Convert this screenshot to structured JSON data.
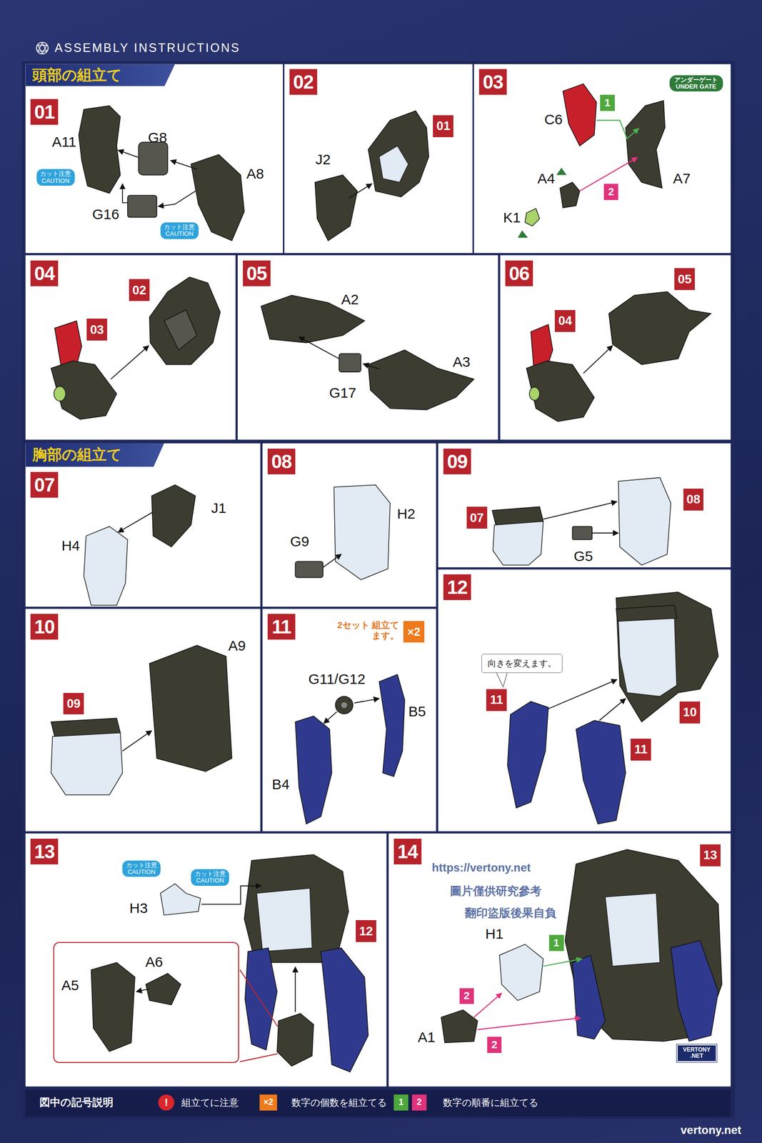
{
  "diagram": {
    "title": "ASSEMBLY INSTRUCTIONS",
    "nodes": [
      {
        "text": [
          "頭部の組立て"
        ]
      },
      {
        "text": [
          "01"
        ]
      },
      {
        "text": [
          "カット注意 CAUTION"
        ],
        "in": 1
      },
      {
        "text": [
          "カット注意 CAUTION"
        ],
        "in": 1
      },
      {
        "text": [
          "02"
        ]
      },
      {
        "text": [
          "01"
        ],
        "in": 4
      },
      {
        "text": [
          "03"
        ]
      },
      {
        "text": [
          "アンダーゲート UNDER GATE"
        ],
        "in": 6
      },
      {
        "text": [
          "1"
        ],
        "in": 6
      },
      {
        "text": [
          "2"
        ],
        "in": 6
      },
      {
        "text": [
          "04"
        ]
      },
      {
        "text": [
          "03"
        ],
        "in": 10
      },
      {
        "text": [
          "02"
        ],
        "in": 10
      },
      {
        "text": [
          "05"
        ]
      },
      {
        "text": [
          "06"
        ]
      },
      {
        "text": [
          "05"
        ],
        "in": 14
      },
      {
        "text": [
          "04"
        ],
        "in": 14
      },
      {
        "text": [
          "胸部の組立て"
        ]
      },
      {
        "text": [
          "07"
        ]
      },
      {
        "text": [
          "08"
        ]
      },
      {
        "text": [
          "09"
        ]
      },
      {
        "text": [
          "07"
        ],
        "in": 20
      },
      {
        "text": [
          "08"
        ],
        "in": 20
      },
      {
        "text": [
          "10"
        ]
      },
      {
        "text": [
          "09"
        ],
        "in": 23
      },
      {
        "text": [
          "11"
        ]
      },
      {
        "text": [
          "×2"
        ],
        "in": 25
      },
      {
        "text": [
          "12"
        ]
      },
      {
        "text": [
          "向きを変えます。"
        ],
        "in": 27
      },
      {
        "text": [
          "11"
        ],
        "in": 27
      },
      {
        "text": [
          "10"
        ],
        "in": 27
      },
      {
        "text": [
          "11"
        ],
        "in": 27
      },
      {
        "text": [
          "13"
        ]
      },
      {
        "text": [
          "カット注意 CAUTION"
        ],
        "in": 32
      },
      {
        "text": [
          "カット注意 CAUTION"
        ],
        "in": 32
      },
      {
        "text": [
          "A5",
          "A6"
        ],
        "in": 32
      },
      {
        "text": [
          "12"
        ],
        "in": 32
      },
      {
        "text": [
          "14"
        ]
      },
      {
        "text": [
          "1"
        ],
        "in": 37
      },
      {
        "text": [
          "2"
        ],
        "in": 37
      },
      {
        "text": [
          "2"
        ],
        "in": 37
      },
      {
        "text": [
          "13"
        ],
        "in": 37
      },
      {
        "text": [
          "VERTONY .NET"
        ],
        "in": 37
      }
    ],
    "labels": [
      "G8",
      "A11",
      "A8",
      "G16",
      "J2",
      "C6",
      "A4",
      "K1",
      "A7",
      "A2",
      "G17",
      "A3",
      "J1",
      "H4",
      "H2",
      "G9",
      "G5",
      "A9",
      "G11/G12",
      "B5",
      "B4",
      "2セット 組立てます。",
      "H3",
      "H1",
      "A1",
      "https://vertony.net",
      "圖片僅供研究參考",
      "翻印盜版後果自負",
      "vertony.net",
      "図中の記号説明",
      "!",
      "×2",
      "1",
      "2"
    ],
    "legend": [
      {
        "text": "組立てに注意"
      },
      {
        "text": "数字の個数を組立てる"
      },
      {
        "text": "数字の順番に組立てる"
      }
    ]
  }
}
